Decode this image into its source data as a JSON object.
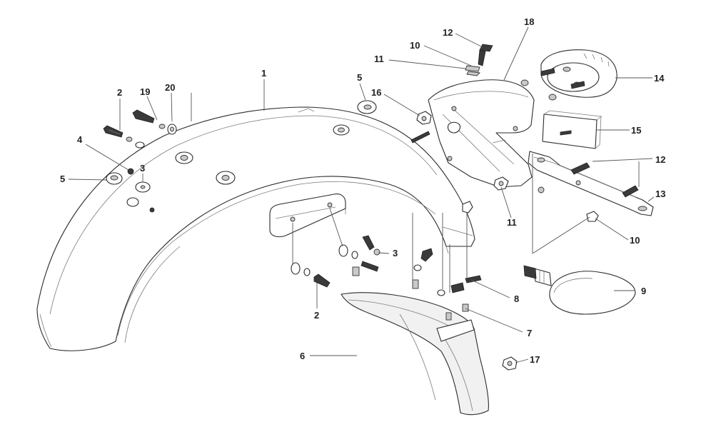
{
  "callouts": [
    {
      "label": "1"
    },
    {
      "label": "2"
    },
    {
      "label": "19"
    },
    {
      "label": "20"
    },
    {
      "label": "4"
    },
    {
      "label": "3"
    },
    {
      "label": "5"
    },
    {
      "label": "5"
    },
    {
      "label": "16"
    },
    {
      "label": "11"
    },
    {
      "label": "10"
    },
    {
      "label": "12"
    },
    {
      "label": "18"
    },
    {
      "label": "14"
    },
    {
      "label": "15"
    },
    {
      "label": "12"
    },
    {
      "label": "13"
    },
    {
      "label": "11"
    },
    {
      "label": "10"
    },
    {
      "label": "3"
    },
    {
      "label": "2"
    },
    {
      "label": "8"
    },
    {
      "label": "9"
    },
    {
      "label": "7"
    },
    {
      "label": "6"
    },
    {
      "label": "17"
    }
  ]
}
